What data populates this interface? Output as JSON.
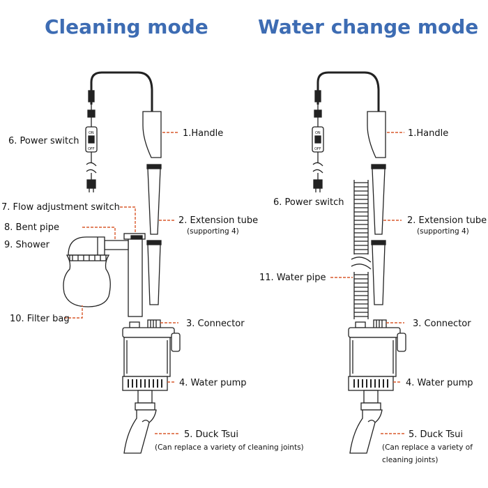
{
  "titles": {
    "cleaning": "Cleaning mode",
    "water_change": "Water change mode"
  },
  "cleaning": {
    "power_switch": "6. Power switch",
    "handle": "1.Handle",
    "flow_switch": "7. Flow adjustment switch",
    "bent_pipe": "8. Bent pipe",
    "shower": "9. Shower",
    "extension_tube": "2. Extension tube",
    "extension_note": "(supporting 4)",
    "filter_bag": "10. Filter bag",
    "connector": "3. Connector",
    "water_pump": "4. Water pump",
    "duck": "5. Duck Tsui",
    "duck_note": "(Can replace a variety of cleaning joints)"
  },
  "water_change": {
    "handle": "1.Handle",
    "power_switch": "6. Power switch",
    "extension_tube": "2. Extension tube",
    "extension_note": "(supporting 4)",
    "water_pipe": "11. Water pipe",
    "connector": "3. Connector",
    "water_pump": "4. Water pump",
    "duck": "5. Duck Tsui",
    "duck_note_1": "(Can replace a variety of",
    "duck_note_2": "cleaning joints)"
  },
  "switch_marks": {
    "on": "ON",
    "off": "OFF"
  },
  "colors": {
    "title": "#3d6cb3",
    "leader": "#d9582b",
    "line": "#222222"
  }
}
